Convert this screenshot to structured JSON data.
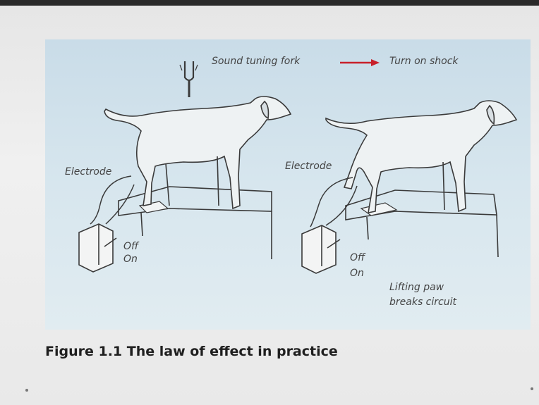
{
  "figure": {
    "caption": "Figure 1.1 The law of effect in practice",
    "top_labels": {
      "fork": "Sound tuning fork",
      "result": "Turn on shock"
    },
    "left": {
      "electrode": "Electrode",
      "off": "Off",
      "on": "On"
    },
    "right": {
      "electrode": "Electrode",
      "off": "Off",
      "on": "On",
      "note_line1": "Lifting paw",
      "note_line2": "breaks circuit"
    }
  },
  "colors": {
    "arrow": "#c8202a",
    "ink": "#3a3a3a",
    "panel": "#d3e3ec"
  }
}
